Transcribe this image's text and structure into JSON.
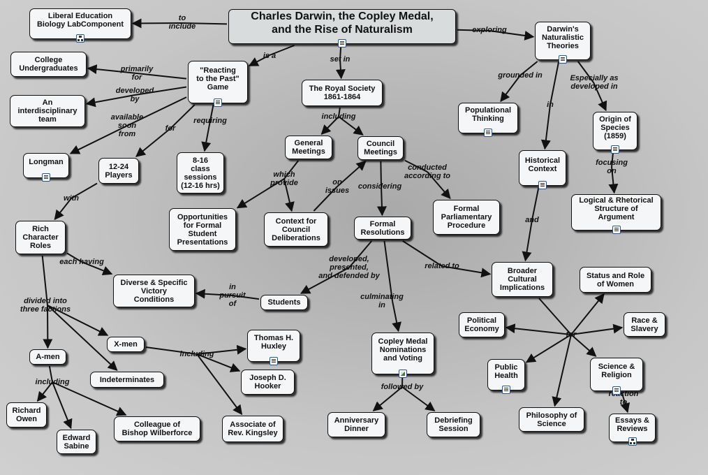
{
  "concept_map": {
    "nodes": [
      {
        "id": "root",
        "label": "Charles Darwin, the Copley Medal,\nand the Rise of Naturalism",
        "icon": "doc-icon",
        "root": true
      },
      {
        "id": "liberal",
        "label": "Liberal Education\nBiology LabComponent",
        "icon": "map-icon"
      },
      {
        "id": "darwin",
        "label": "Darwin's\nNaturalistic\nTheories",
        "icon": "doc-icon"
      },
      {
        "id": "college",
        "label": "College\nUndergraduates"
      },
      {
        "id": "rttp",
        "label": "\"Reacting\nto the Past\"\nGame",
        "icon": "doc-icon"
      },
      {
        "id": "royal",
        "label": "The Royal Society\n1861-1864"
      },
      {
        "id": "team",
        "label": "An\ninterdisciplinary\nteam"
      },
      {
        "id": "popthink",
        "label": "Populational\nThinking",
        "icon": "doc-icon"
      },
      {
        "id": "origin",
        "label": "Origin of\nSpecies\n(1859)",
        "icon": "doc-icon"
      },
      {
        "id": "general",
        "label": "General\nMeetings"
      },
      {
        "id": "council",
        "label": "Council\nMeetings"
      },
      {
        "id": "longman",
        "label": "Longman",
        "icon": "doc-icon"
      },
      {
        "id": "players",
        "label": "12-24\nPlayers"
      },
      {
        "id": "sessions",
        "label": "8-16\nclass\nsessions\n(12-16 hrs)"
      },
      {
        "id": "histctx",
        "label": "Historical\nContext",
        "icon": "doc-icon"
      },
      {
        "id": "logical",
        "label": "Logical & Rhetorical\nStructure of\nArgument",
        "icon": "doc-icon"
      },
      {
        "id": "parliamentary",
        "label": "Formal\nParliamentary\nProcedure"
      },
      {
        "id": "opportunities",
        "label": "Opportunities\nfor Formal\nStudent\nPresentations"
      },
      {
        "id": "ctxcouncil",
        "label": "Context for\nCouncil\nDeliberations"
      },
      {
        "id": "resolutions",
        "label": "Formal\nResolutions"
      },
      {
        "id": "rich",
        "label": "Rich\nCharacter\nRoles"
      },
      {
        "id": "broader",
        "label": "Broader\nCultural\nImplications"
      },
      {
        "id": "women",
        "label": "Status and Role\nof Women"
      },
      {
        "id": "diverse",
        "label": "Diverse & Specific\nVictory\nConditions"
      },
      {
        "id": "students",
        "label": "Students"
      },
      {
        "id": "political",
        "label": "Political\nEconomy"
      },
      {
        "id": "race",
        "label": "Race &\nSlavery"
      },
      {
        "id": "huxley",
        "label": "Thomas H.\nHuxley",
        "icon": "doc-icon"
      },
      {
        "id": "xmen",
        "label": "X-men"
      },
      {
        "id": "copley",
        "label": "Copley Medal\nNominations\nand Voting",
        "icon": "img-icon"
      },
      {
        "id": "amen",
        "label": "A-men"
      },
      {
        "id": "hooker",
        "label": "Joseph D.\nHooker"
      },
      {
        "id": "public",
        "label": "Public\nHealth",
        "icon": "doc-icon"
      },
      {
        "id": "science",
        "label": "Science &\nReligion",
        "icon": "doc-icon"
      },
      {
        "id": "indet",
        "label": "Indeterminates"
      },
      {
        "id": "owen",
        "label": "Richard\nOwen"
      },
      {
        "id": "wilberforce",
        "label": "Colleague of\nBishop Wilberforce"
      },
      {
        "id": "sabine",
        "label": "Edward\nSabine"
      },
      {
        "id": "kingsley",
        "label": "Associate of\nRev. Kingsley"
      },
      {
        "id": "dinner",
        "label": "Anniversary\nDinner"
      },
      {
        "id": "debrief",
        "label": "Debriefing\nSession"
      },
      {
        "id": "philosophy",
        "label": "Philosophy of\nScience"
      },
      {
        "id": "essays",
        "label": "Essays &\nReviews",
        "icon": "map-icon"
      }
    ],
    "links": [
      {
        "label": "to\ninclude",
        "from": "root",
        "to": [
          "liberal"
        ]
      },
      {
        "label": "exploring",
        "from": "root",
        "to": [
          "darwin"
        ]
      },
      {
        "label": "is a",
        "from": "root",
        "to": [
          "rttp"
        ]
      },
      {
        "label": "set in",
        "from": "root",
        "to": [
          "royal"
        ]
      },
      {
        "label": "primarily\nfor",
        "from": "rttp",
        "to": [
          "college"
        ]
      },
      {
        "label": "developed\nby",
        "from": "rttp",
        "to": [
          "team"
        ]
      },
      {
        "label": "available\nsoon\nfrom",
        "from": "rttp",
        "to": [
          "longman"
        ]
      },
      {
        "label": "for",
        "from": "rttp",
        "to": [
          "players"
        ]
      },
      {
        "label": "requiring",
        "from": "rttp",
        "to": [
          "sessions"
        ]
      },
      {
        "label": "including",
        "from": "royal",
        "to": [
          "general",
          "council"
        ]
      },
      {
        "label": "grounded in",
        "from": "darwin",
        "to": [
          "popthink"
        ]
      },
      {
        "label": "in",
        "from": "darwin",
        "to": [
          "histctx"
        ]
      },
      {
        "label": "Especially as\ndeveloped in",
        "from": "darwin",
        "to": [
          "origin"
        ]
      },
      {
        "label": "focusing\non",
        "from": "origin",
        "to": [
          "logical"
        ]
      },
      {
        "label": "which\nprovide",
        "from": "general",
        "to": [
          "opportunities",
          "ctxcouncil"
        ]
      },
      {
        "label": "on\nissues",
        "from": "ctxcouncil",
        "to": [
          "council"
        ]
      },
      {
        "label": "conducted\naccording to",
        "from": "council",
        "to": [
          "parliamentary"
        ]
      },
      {
        "label": "considering",
        "from": "council",
        "to": [
          "resolutions"
        ]
      },
      {
        "label": "with",
        "from": "players",
        "to": [
          "rich"
        ]
      },
      {
        "label": "each having",
        "from": "rich",
        "to": [
          "diverse"
        ]
      },
      {
        "label": "divided into\nthree factions",
        "from": "rich",
        "to": [
          "amen",
          "xmen",
          "indet"
        ]
      },
      {
        "label": "developed,\npresented,\nand defended by",
        "from": "resolutions",
        "to": [
          "students"
        ]
      },
      {
        "label": "related to",
        "from": "resolutions",
        "to": [
          "broader"
        ]
      },
      {
        "label": "culminating\nin",
        "from": "resolutions",
        "to": [
          "copley"
        ]
      },
      {
        "label": "in\npursuit\nof",
        "from": "students",
        "to": [
          "diverse"
        ]
      },
      {
        "label": "and",
        "from": "histctx",
        "to": [
          "broader"
        ]
      },
      {
        "label": "for",
        "from": "broader",
        "to": [
          "women",
          "political",
          "race",
          "public",
          "science",
          "philosophy"
        ]
      },
      {
        "label": "including",
        "from": "xmen",
        "to": [
          "huxley",
          "hooker",
          "kingsley"
        ]
      },
      {
        "label": "including",
        "from": "amen",
        "to": [
          "owen",
          "sabine",
          "wilberforce"
        ]
      },
      {
        "label": "followed by",
        "from": "copley",
        "to": [
          "dinner",
          "debrief"
        ]
      },
      {
        "label": "reaction\nto",
        "from": "science",
        "to": [
          "essays"
        ]
      }
    ]
  }
}
